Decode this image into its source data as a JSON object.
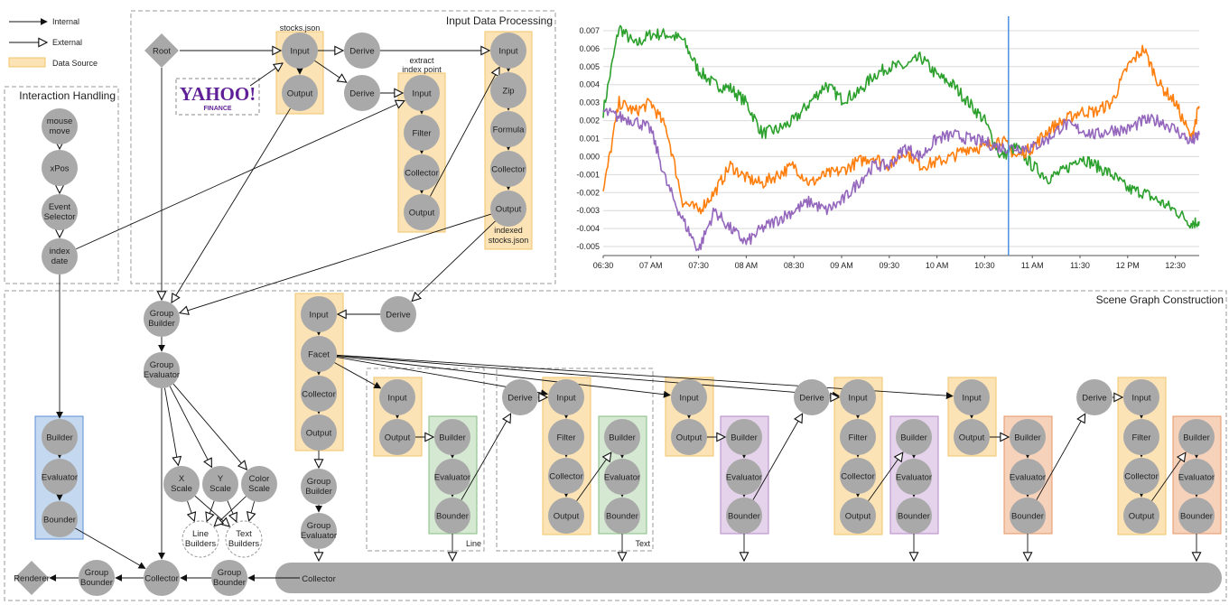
{
  "legend": [
    {
      "kind": "internal",
      "label": "Internal"
    },
    {
      "kind": "external",
      "label": "External"
    },
    {
      "kind": "source",
      "label": "Data Source"
    }
  ],
  "groups": {
    "input": "Input Data Processing",
    "interaction": "Interaction Handling",
    "scene": "Scene Graph Construction",
    "line": "Line",
    "text": "Text"
  },
  "source_labels": {
    "stocks": "stocks.json",
    "extract": [
      "extract",
      "index point"
    ],
    "indexed": [
      "indexed",
      "stocks.json"
    ]
  },
  "yahoo": {
    "brand": "YAHOO!",
    "sub": "FINANCE"
  },
  "nodes": {
    "root": "Root",
    "renderer": "Renderer",
    "s_input": "Input",
    "s_output": "Output",
    "derive1": "Derive",
    "derive2": "Derive",
    "e_input": "Input",
    "e_filter": "Filter",
    "e_collector": "Collector",
    "e_output": "Output",
    "x_input": "Input",
    "x_zip": "Zip",
    "x_formula": "Formula",
    "x_collector": "Collector",
    "x_output": "Output",
    "mouse": [
      "mouse",
      "move"
    ],
    "xpos": "xPos",
    "evsel": [
      "Event",
      "Selector"
    ],
    "idxdate": [
      "index",
      "date"
    ],
    "gb1": [
      "Group",
      "Builder"
    ],
    "ge1": [
      "Group",
      "Evaluator"
    ],
    "xscale": [
      "X",
      "Scale"
    ],
    "yscale": [
      "Y",
      "Scale"
    ],
    "cscale": [
      "Color",
      "Scale"
    ],
    "linebuilders": [
      "Line",
      "Builders"
    ],
    "textbuilders": [
      "Text",
      "Builders"
    ],
    "b_builder": "Builder",
    "b_evaluator": "Evaluator",
    "b_bounder": "Bounder",
    "collector_main": "Collector",
    "gbounder_l": [
      "Group",
      "Bounder"
    ],
    "gbounder_r": [
      "Group",
      "Bounder"
    ],
    "c_input": "Input",
    "c_facet": "Facet",
    "c_collector": "Collector",
    "c_output": "Output",
    "c_derive": "Derive",
    "gb2": [
      "Group",
      "Builder"
    ],
    "ge2": [
      "Group",
      "Evaluator"
    ],
    "bar_collector": "Collector",
    "l1_input": "Input",
    "l1_output": "Output",
    "l1_builder": "Builder",
    "l1_evaluator": "Evaluator",
    "l1_bounder": "Bounder",
    "t1_derive": "Derive",
    "t1_input": "Input",
    "t1_filter": "Filter",
    "t1_collector": "Collector",
    "t1_output": "Output",
    "t1_builder": "Builder",
    "t1_evaluator": "Evaluator",
    "t1_bounder": "Bounder",
    "l2_input": "Input",
    "l2_output": "Output",
    "l2_builder": "Builder",
    "l2_evaluator": "Evaluator",
    "l2_bounder": "Bounder",
    "t2_derive": "Derive",
    "t2_input": "Input",
    "t2_filter": "Filter",
    "t2_collector": "Collector",
    "t2_output": "Output",
    "t2_builder": "Builder",
    "t2_evaluator": "Evaluator",
    "t2_bounder": "Bounder",
    "l3_input": "Input",
    "l3_output": "Output",
    "l3_builder": "Builder",
    "l3_evaluator": "Evaluator",
    "l3_bounder": "Bounder",
    "t3_derive": "Derive",
    "t3_input": "Input",
    "t3_filter": "Filter",
    "t3_collector": "Collector",
    "t3_output": "Output",
    "t3_builder": "Builder",
    "t3_evaluator": "Evaluator",
    "t3_bounder": "Bounder"
  },
  "colors": {
    "node": "#a9a9a9",
    "source_fill": "#fbe3b5",
    "source_stroke": "#f1c46a",
    "blue_fill": "#c4d8ef",
    "blue_stroke": "#5a8fd6",
    "green_fill": "#d5e8d2",
    "green_stroke": "#86bd82",
    "purple_fill": "#e4d3ea",
    "purple_stroke": "#b48ac7",
    "orange_fill": "#f7d2bb",
    "orange_stroke": "#e49566",
    "series_green": "#2ca02c",
    "series_orange": "#ff7f0e",
    "series_purple": "#9467bd",
    "marker": "#4a90e2",
    "grid": "#d9d9d9"
  },
  "chart_data": {
    "type": "line",
    "x_ticks": [
      "06:30",
      "07 AM",
      "07:30",
      "08 AM",
      "08:30",
      "09 AM",
      "09:30",
      "10 AM",
      "10:30",
      "11 AM",
      "11:30",
      "12 PM",
      "12:30"
    ],
    "y_ticks": [
      "0.007",
      "0.006",
      "0.005",
      "0.004",
      "0.003",
      "0.002",
      "0.001",
      "0.000",
      "-0.001",
      "-0.002",
      "-0.003",
      "-0.004",
      "-0.005"
    ],
    "ylim": [
      -0.0055,
      0.0078
    ],
    "xlim": [
      "06:30",
      "12:45"
    ],
    "grid": true,
    "index_marker": "10:45",
    "series": [
      {
        "color": "#2ca02c",
        "x": [
          "06:30",
          "06:40",
          "06:50",
          "07:00",
          "07:10",
          "07:20",
          "07:30",
          "07:40",
          "07:50",
          "08:00",
          "08:10",
          "08:20",
          "08:30",
          "08:40",
          "08:50",
          "09:00",
          "09:10",
          "09:20",
          "09:30",
          "09:40",
          "09:50",
          "10:00",
          "10:10",
          "10:20",
          "10:30",
          "10:40",
          "10:50",
          "11:00",
          "11:10",
          "11:20",
          "11:30",
          "11:40",
          "11:50",
          "12:00",
          "12:10",
          "12:20",
          "12:30",
          "12:40",
          "12:45"
        ],
        "y": [
          0.0025,
          0.0072,
          0.0062,
          0.0068,
          0.0068,
          0.0065,
          0.0048,
          0.004,
          0.0038,
          0.003,
          0.0013,
          0.0015,
          0.002,
          0.003,
          0.004,
          0.0032,
          0.0035,
          0.0045,
          0.005,
          0.005,
          0.0055,
          0.0045,
          0.004,
          0.003,
          0.002,
          0.0,
          0.0005,
          -0.0005,
          -0.0012,
          -0.0008,
          0.0,
          -0.0005,
          -0.001,
          -0.0018,
          -0.002,
          -0.0025,
          -0.003,
          -0.0037,
          -0.0036
        ]
      },
      {
        "color": "#ff7f0e",
        "x": [
          "06:30",
          "06:40",
          "06:50",
          "07:00",
          "07:10",
          "07:20",
          "07:30",
          "07:40",
          "07:50",
          "08:00",
          "08:10",
          "08:20",
          "08:30",
          "08:40",
          "08:50",
          "09:00",
          "09:10",
          "09:20",
          "09:30",
          "09:40",
          "09:50",
          "10:00",
          "10:10",
          "10:20",
          "10:30",
          "10:40",
          "10:50",
          "11:00",
          "11:10",
          "11:20",
          "11:30",
          "11:40",
          "11:50",
          "12:00",
          "12:10",
          "12:20",
          "12:30",
          "12:40",
          "12:45"
        ],
        "y": [
          -0.002,
          0.003,
          0.0025,
          0.003,
          0.0015,
          -0.0025,
          -0.003,
          -0.002,
          -0.0005,
          -0.0012,
          -0.0015,
          -0.001,
          -0.0005,
          -0.0015,
          -0.001,
          -0.0008,
          -0.0003,
          0.0,
          -0.0005,
          0.0003,
          -0.0005,
          -0.0003,
          0.0,
          0.0005,
          0.0005,
          0.001,
          0.0,
          0.0005,
          0.0015,
          0.002,
          0.0025,
          0.0025,
          0.003,
          0.005,
          0.006,
          0.004,
          0.003,
          0.001,
          0.0028
        ]
      },
      {
        "color": "#9467bd",
        "x": [
          "06:30",
          "06:40",
          "06:50",
          "07:00",
          "07:10",
          "07:20",
          "07:30",
          "07:40",
          "07:50",
          "08:00",
          "08:10",
          "08:20",
          "08:30",
          "08:40",
          "08:50",
          "09:00",
          "09:10",
          "09:20",
          "09:30",
          "09:40",
          "09:50",
          "10:00",
          "10:10",
          "10:20",
          "10:30",
          "10:40",
          "10:50",
          "11:00",
          "11:10",
          "11:20",
          "11:30",
          "11:40",
          "11:50",
          "12:00",
          "12:10",
          "12:20",
          "12:30",
          "12:40",
          "12:45"
        ],
        "y": [
          0.0025,
          0.0022,
          0.002,
          0.0015,
          -0.0015,
          -0.0035,
          -0.0052,
          -0.003,
          -0.004,
          -0.0048,
          -0.004,
          -0.0035,
          -0.003,
          -0.0025,
          -0.003,
          -0.0025,
          -0.0015,
          -0.0005,
          -0.0005,
          0.0005,
          0.0,
          0.001,
          0.0012,
          0.001,
          0.0008,
          0.0005,
          0.0005,
          0.0005,
          0.001,
          0.0018,
          0.0015,
          0.0012,
          0.0015,
          0.0015,
          0.002,
          0.002,
          0.0015,
          0.0008,
          0.0012
        ]
      }
    ]
  }
}
